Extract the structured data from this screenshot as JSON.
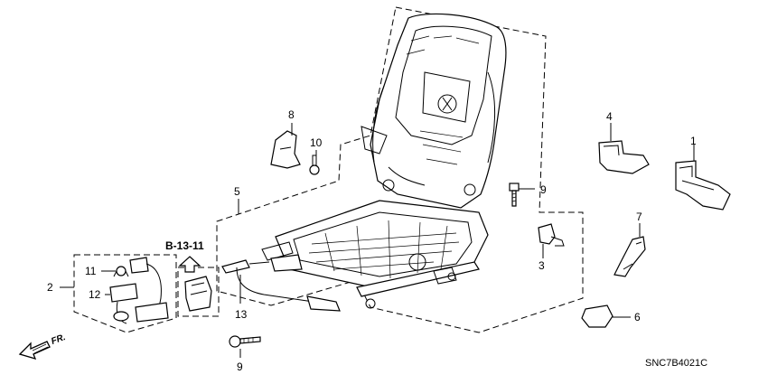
{
  "callouts": {
    "c1": "1",
    "c2": "2",
    "c3": "3",
    "c4": "4",
    "c5": "5",
    "c6": "6",
    "c7": "7",
    "c8": "8",
    "c9a": "9",
    "c9b": "9",
    "c10": "10",
    "c11": "11",
    "c12": "12",
    "c13": "13"
  },
  "reference": "B-13-11",
  "direction_label": "FR.",
  "diagram_code": "SNC7B4021C"
}
